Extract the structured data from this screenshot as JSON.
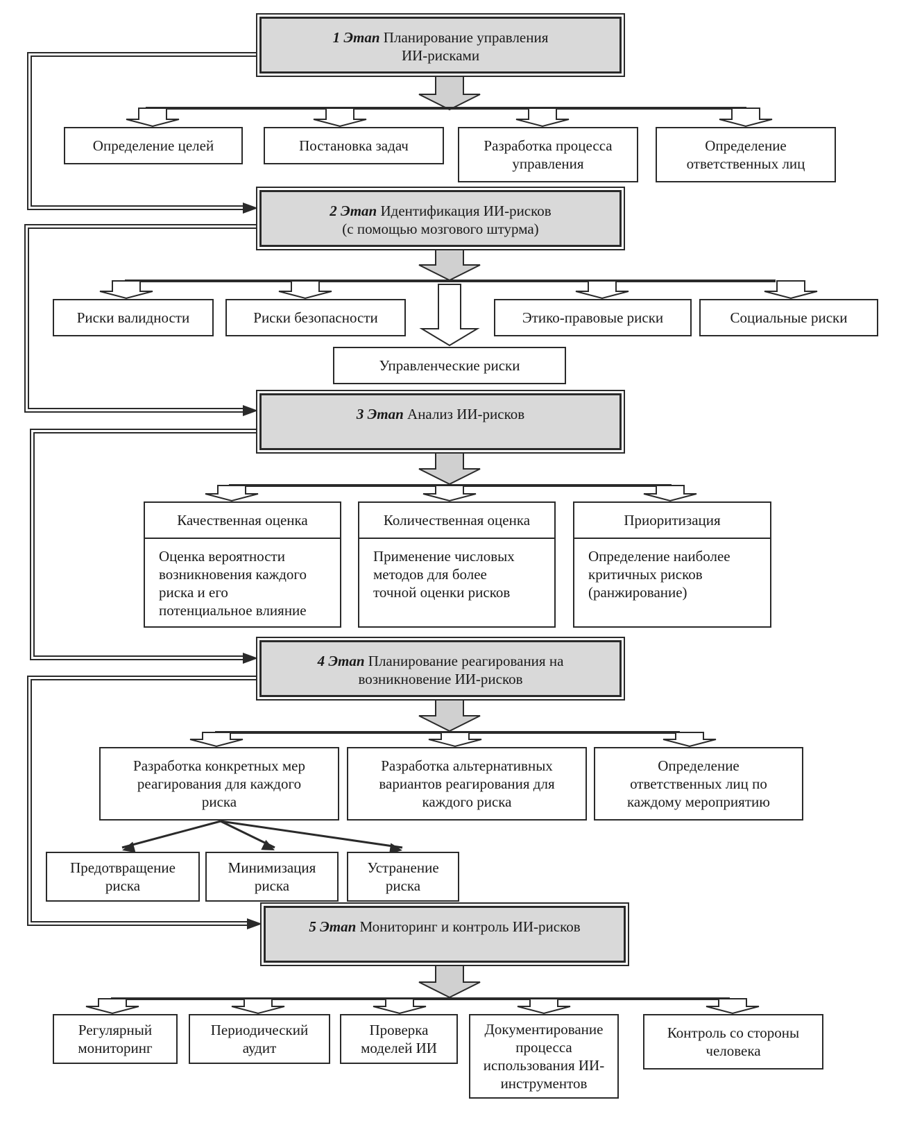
{
  "stages": [
    {
      "num": "1 Этап",
      "text": "Планирование управления\nИИ-рисками"
    },
    {
      "num": "2 Этап",
      "text": "Идентификация ИИ-рисков\n(с помощью мозгового штурма)"
    },
    {
      "num": "3 Этап",
      "text": "Анализ ИИ-рисков"
    },
    {
      "num": "4 Этап",
      "text": "Планирование реагирования на\nвозникновение ИИ-рисков"
    },
    {
      "num": "5 Этап",
      "text": "Мониторинг и контроль ИИ-рисков"
    }
  ],
  "stage1_items": [
    "Определение целей",
    "Постановка задач",
    "Разработка процесса\nуправления",
    "Определение\nответственных лиц"
  ],
  "stage2_items": [
    "Риски валидности",
    "Риски безопасности",
    "Этико-правовые риски",
    "Социальные риски"
  ],
  "stage2_center": "Управленческие риски",
  "stage3_items": [
    {
      "head": "Качественная оценка",
      "body": "Оценка вероятности\nвозникновения каждого\nриска и его\nпотенциальное влияние"
    },
    {
      "head": "Количественная оценка",
      "body": "Применение числовых\nметодов для более\nточной оценки рисков"
    },
    {
      "head": "Приоритизация",
      "body": "Определение наиболее\nкритичных рисков\n(ранжирование)"
    }
  ],
  "stage4_items": [
    "Разработка конкретных мер\nреагирования для каждого\nриска",
    "Разработка альтернативных\nвариантов реагирования для\nкаждого риска",
    "Определение\nответственных лиц по\nкаждому мероприятию"
  ],
  "stage4_sub": [
    "Предотвращение\nриска",
    "Минимизация\nриска",
    "Устранение\nриска"
  ],
  "stage5_items": [
    "Регулярный\nмониторинг",
    "Периодический\nаудит",
    "Проверка\nмоделей ИИ",
    "Документирование\nпроцесса\nиспользования ИИ-\nинструментов",
    "Контроль со стороны\nчеловека"
  ]
}
